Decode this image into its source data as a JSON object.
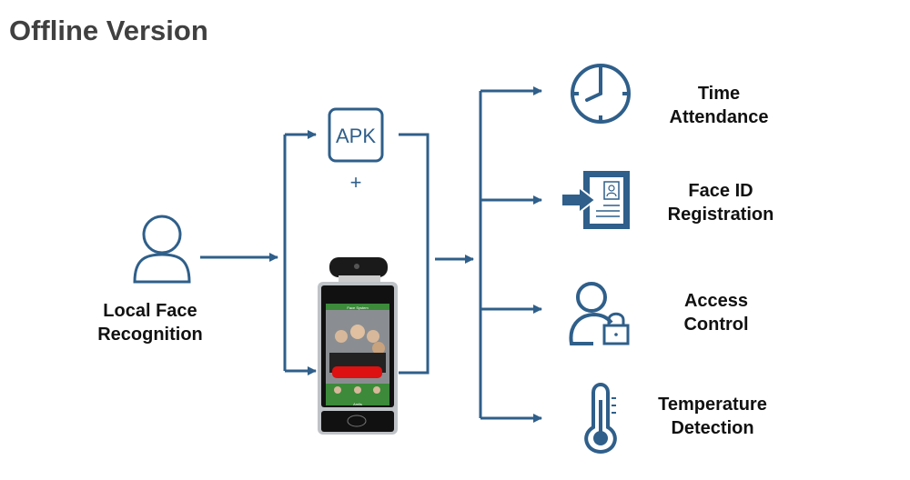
{
  "title": "Offline Version",
  "source": {
    "line1": "Local Face",
    "line2": "Recognition",
    "icon": "user-icon"
  },
  "apk": {
    "label": "APK",
    "plus": "+"
  },
  "device": {
    "screen_title": "Face System",
    "brand": "Amlis"
  },
  "outputs": [
    {
      "line1": "Time",
      "line2": "Attendance",
      "icon": "clock-icon"
    },
    {
      "line1": "Face ID",
      "line2": "Registration",
      "icon": "id-card-icon"
    },
    {
      "line1": "Access",
      "line2": "Control",
      "icon": "user-lock-icon"
    },
    {
      "line1": "Temperature",
      "line2": "Detection",
      "icon": "thermometer-icon"
    }
  ],
  "colors": {
    "accent": "#2f5f8a",
    "text": "#111111",
    "title": "#404040"
  }
}
